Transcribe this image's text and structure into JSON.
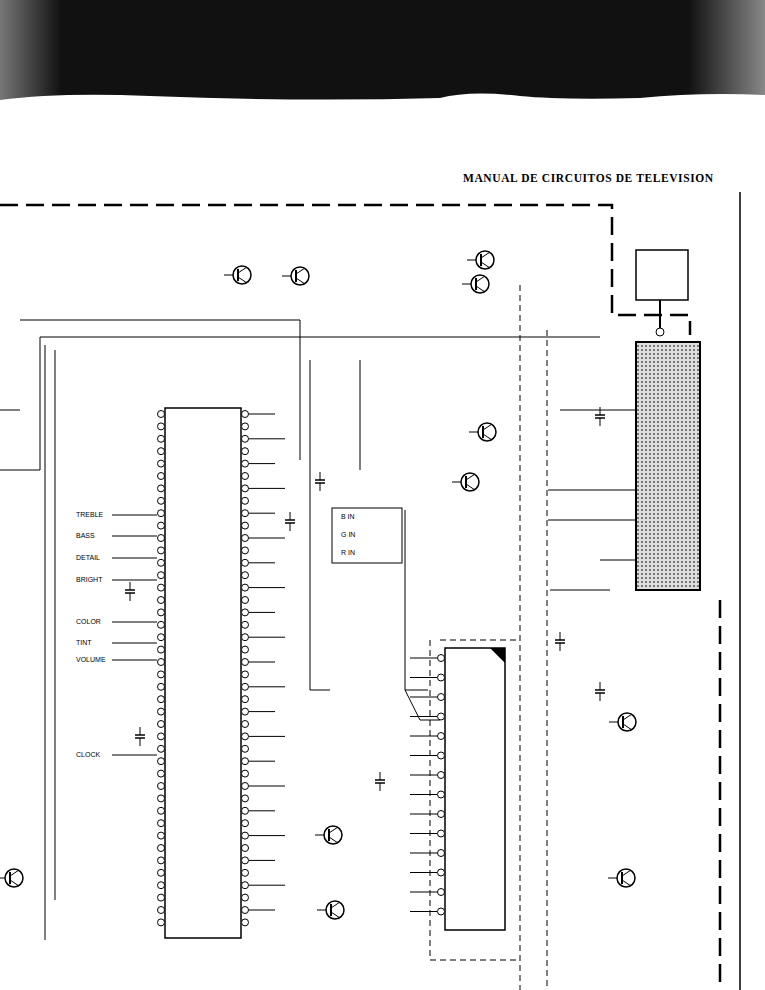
{
  "diagram": {
    "title": "MANUAL DE CIRCUITOS DE TELEVISION",
    "labels": [
      "TREBLE",
      "BASS",
      "DETAIL",
      "BRIGHT",
      "COLOR",
      "TINT",
      "VOLUME",
      "CLOCK",
      "B IN",
      "G IN",
      "R IN"
    ]
  }
}
